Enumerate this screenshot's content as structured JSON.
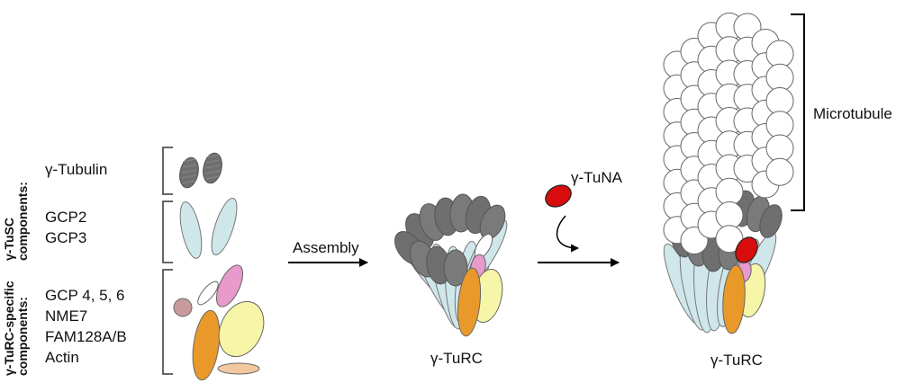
{
  "left_panel": {
    "tusc_group_label_line1": "γ-TuSC",
    "tusc_group_label_line2": "components:",
    "turc_group_label_line1": "γ-TuRC-specific",
    "turc_group_label_line2": "components:",
    "gamma_tubulin": "γ-Tubulin",
    "gcp2": "GCP2",
    "gcp3": "GCP3",
    "gcp456": "GCP 4, 5, 6",
    "nme7": "NME7",
    "fam128": "FAM128A/B",
    "actin": "Actin"
  },
  "arrows": {
    "assembly_label": "Assembly"
  },
  "middle": {
    "complex_label": "γ-TuRC"
  },
  "right": {
    "tuna_label": "γ-TuNA",
    "complex_label": "γ-TuRC",
    "microtubule_label": "Microtubule"
  },
  "colors": {
    "gamma_tubulin": "#6f6f6f",
    "gcp2_3": "#cfe6ea",
    "gcp4_5_6": "#f7f5a8",
    "nme7": "#e8992a",
    "fam128": "#e79acb",
    "actin": "#c79b9b",
    "small_oval": "#f3c8a0",
    "tuna": "#d80c0c",
    "tubulin_subunit": "#ffffff"
  }
}
